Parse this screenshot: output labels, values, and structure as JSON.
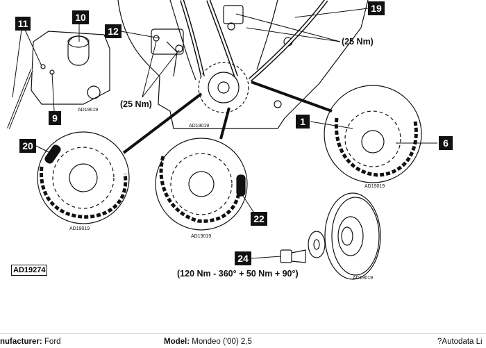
{
  "callouts": {
    "c1": "1",
    "c6": "6",
    "c9": "9",
    "c10": "10",
    "c11": "11",
    "c12": "12",
    "c19": "19",
    "c20": "20",
    "c22": "22",
    "c24": "24"
  },
  "torques": {
    "t_upper_right": "(25 Nm)",
    "t_upper_left": "(25 Nm)",
    "t_bolt": "(120 Nm - 360° + 50 Nm + 90°)"
  },
  "codes": {
    "tensioner": "AD19019",
    "center": "AD19019",
    "right_detail": "AD19019",
    "left_detail": "AD19019",
    "mid_detail": "AD19019",
    "pulley": "AD19019"
  },
  "figure_id": "AD19274",
  "footer": {
    "manufacturer_label": "nufacturer:",
    "manufacturer_value": "Ford",
    "model_label": "Model:",
    "model_value": "Mondeo ('00) 2,5",
    "copyright": "?Autodata Li"
  }
}
